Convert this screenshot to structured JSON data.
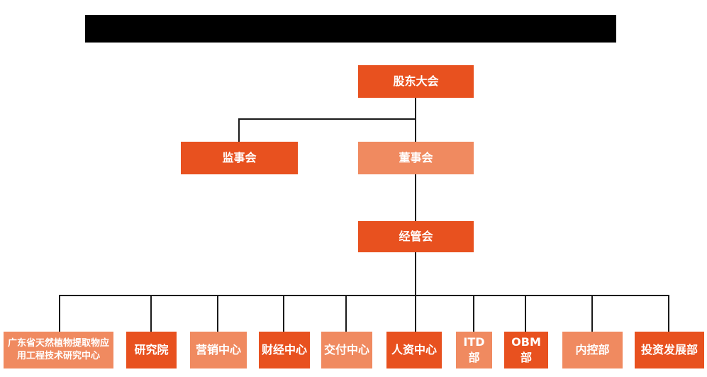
{
  "title_bar": {
    "redacted": true,
    "color": "#000000"
  },
  "org_chart": {
    "level1": {
      "label": "股东大会"
    },
    "level2": [
      {
        "label": "监事会",
        "variant": "dark"
      },
      {
        "label": "董事会",
        "variant": "light"
      }
    ],
    "level3": {
      "label": "经管会"
    },
    "departments": [
      {
        "label": "广东省天然植物提取物应用工程技术研究中心",
        "variant": "light"
      },
      {
        "label": "研究院",
        "variant": "dark"
      },
      {
        "label": "营销中心",
        "variant": "light"
      },
      {
        "label": "财经中心",
        "variant": "dark"
      },
      {
        "label": "交付中心",
        "variant": "light"
      },
      {
        "label": "人资中心",
        "variant": "dark"
      },
      {
        "label": "ITD部",
        "variant": "light"
      },
      {
        "label": "OBM部",
        "variant": "dark"
      },
      {
        "label": "内控部",
        "variant": "light"
      },
      {
        "label": "投资发展部",
        "variant": "dark"
      }
    ]
  },
  "colors": {
    "dark_orange": "#E8511F",
    "light_orange": "#F08A60",
    "connector": "#1A1A1A",
    "node_text": "#FFFFFF",
    "background": "#FFFFFF"
  }
}
